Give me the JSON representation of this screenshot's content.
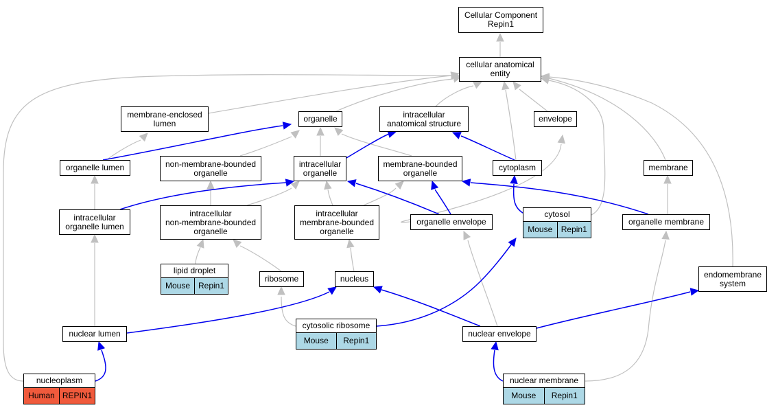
{
  "colors": {
    "is_a_edge": "#c0c0c0",
    "part_of_edge": "#0000ee",
    "mouse_annotation": "#add8e6",
    "human_annotation": "#f05a3c",
    "node_border": "#000000"
  },
  "nodes": {
    "cellular_component": {
      "label": "Cellular Component\nRepin1"
    },
    "cellular_anatomical_entity": {
      "label": "cellular anatomical\nentity"
    },
    "membrane_enclosed_lumen": {
      "label": "membrane-enclosed\nlumen"
    },
    "organelle": {
      "label": "organelle"
    },
    "intracellular_anatomical_structure": {
      "label": "intracellular\nanatomical structure"
    },
    "envelope": {
      "label": "envelope"
    },
    "organelle_lumen": {
      "label": "organelle lumen"
    },
    "non_membrane_bounded_organelle": {
      "label": "non-membrane-bounded\norganelle"
    },
    "intracellular_organelle": {
      "label": "intracellular\norganelle"
    },
    "membrane_bounded_organelle": {
      "label": "membrane-bounded\norganelle"
    },
    "cytoplasm": {
      "label": "cytoplasm"
    },
    "membrane": {
      "label": "membrane"
    },
    "intracellular_organelle_lumen": {
      "label": "intracellular\norganelle lumen"
    },
    "intracellular_non_membrane_bounded_organelle": {
      "label": "intracellular\nnon-membrane-bounded\norganelle"
    },
    "intracellular_membrane_bounded_organelle": {
      "label": "intracellular\nmembrane-bounded\norganelle"
    },
    "organelle_envelope": {
      "label": "organelle envelope"
    },
    "cytosol": {
      "label": "cytosol",
      "annotation": [
        "Mouse",
        "Repin1"
      ]
    },
    "organelle_membrane": {
      "label": "organelle membrane"
    },
    "lipid_droplet": {
      "label": "lipid droplet",
      "annotation": [
        "Mouse",
        "Repin1"
      ]
    },
    "ribosome": {
      "label": "ribosome"
    },
    "nucleus": {
      "label": "nucleus"
    },
    "endomembrane_system": {
      "label": "endomembrane\nsystem"
    },
    "nuclear_lumen": {
      "label": "nuclear lumen"
    },
    "cytosolic_ribosome": {
      "label": "cytosolic ribosome",
      "annotation": [
        "Mouse",
        "Repin1"
      ]
    },
    "nuclear_envelope": {
      "label": "nuclear envelope"
    },
    "nucleoplasm": {
      "label": "nucleoplasm",
      "annotation": [
        "Human",
        "REPIN1"
      ]
    },
    "nuclear_membrane": {
      "label": "nuclear membrane",
      "annotation": [
        "Mouse",
        "Repin1"
      ]
    }
  }
}
